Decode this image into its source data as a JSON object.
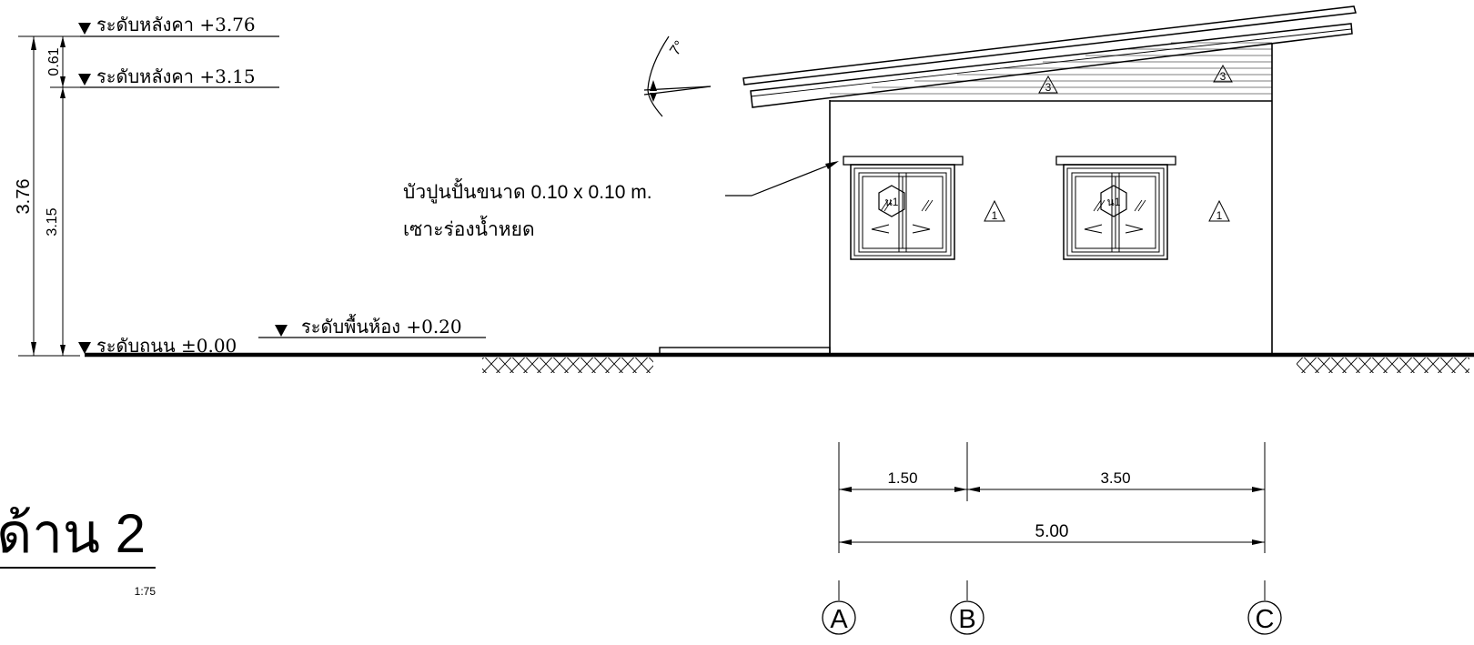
{
  "levels": {
    "roof_top": "ระดับหลังคา +3.76",
    "roof_low": "ระดับหลังคา +3.15",
    "floor": "ระดับพื้นห้อง +0.20",
    "road": "ระดับถนน ±0.00"
  },
  "vertical_dims": {
    "total": "3.76",
    "lower": "3.15",
    "upper": "0.61"
  },
  "roof_angle": "7°",
  "callout": {
    "line1": "บัวปูนปั้นขนาด 0.10 x 0.10 m.",
    "line2": "เซาะร่องน้ำหยด"
  },
  "window_tag": "น1",
  "material_tags": {
    "wall_left": "1",
    "wall_right": "1",
    "fascia_left": "3",
    "fascia_right": "3"
  },
  "horizontal_dims": {
    "ab": "1.50",
    "bc": "3.50",
    "ac": "5.00"
  },
  "grid_labels": [
    "A",
    "B",
    "C"
  ],
  "view_title": "ด้าน 2",
  "scale": "1:75"
}
